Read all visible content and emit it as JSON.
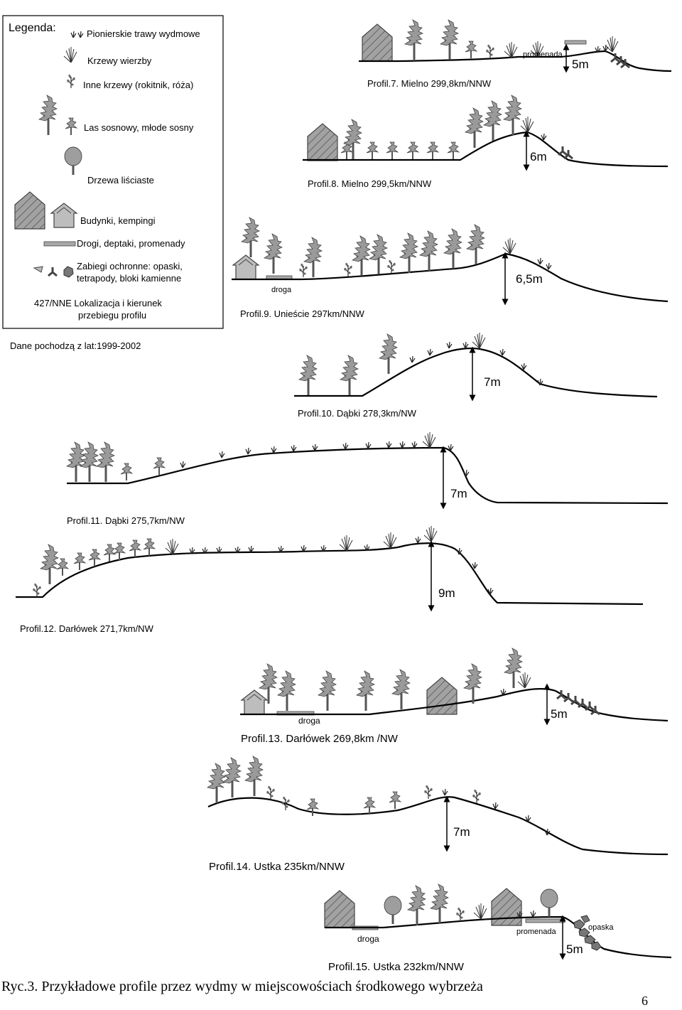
{
  "legend": {
    "title": "Legenda:",
    "items": [
      "Pionierskie trawy wydmowe",
      "Krzewy wierzby",
      "Inne krzewy (rokitnik, róża)",
      "Las sosnowy, młode sosny",
      "Drzewa liściaste",
      "Budynki, kempingi",
      "Drogi, deptaki, promenady",
      "Zabiegi ochronne: opaski,",
      "tetrapody, bloki kamienne",
      "427/NNE Lokalizacja i kierunek",
      "przebiegu profilu"
    ],
    "data_note": "Dane pochodzą z lat:1999-2002"
  },
  "profiles": [
    {
      "title": "Profil.7. Mielno 299,8km/NNW",
      "height": "5m",
      "labels": [
        "promenada"
      ]
    },
    {
      "title": "Profil.8. Mielno 299,5km/NNW",
      "height": "6m",
      "labels": []
    },
    {
      "title": "Profil.9. Unieście 297km/NNW",
      "height": "6,5m",
      "labels": [
        "droga"
      ]
    },
    {
      "title": "Profil.10. Dąbki 278,3km/NW",
      "height": "7m",
      "labels": []
    },
    {
      "title": "Profil.11. Dąbki 275,7km/NW",
      "height": "7m",
      "labels": []
    },
    {
      "title": "Profil.12. Darłówek 271,7km/NW",
      "height": "9m",
      "labels": []
    },
    {
      "title": "Profil.13. Darłówek 269,8km /NW",
      "height": "5m",
      "labels": [
        "droga"
      ]
    },
    {
      "title": "Profil.14. Ustka 235km/NNW",
      "height": "7m",
      "labels": []
    },
    {
      "title": "Profil.15. Ustka 232km/NNW",
      "height": "5m",
      "labels": [
        "droga",
        "promenada",
        "opaska"
      ]
    }
  ],
  "caption": "Ryc.3. Przykładowe profile przez wydmy w miejscowościach środkowego wybrzeża",
  "page_number": "6",
  "colors": {
    "vegetation": "#9a9a9a",
    "building": "#9e9e9e",
    "road": "#a8a8a8",
    "line": "#000000"
  }
}
